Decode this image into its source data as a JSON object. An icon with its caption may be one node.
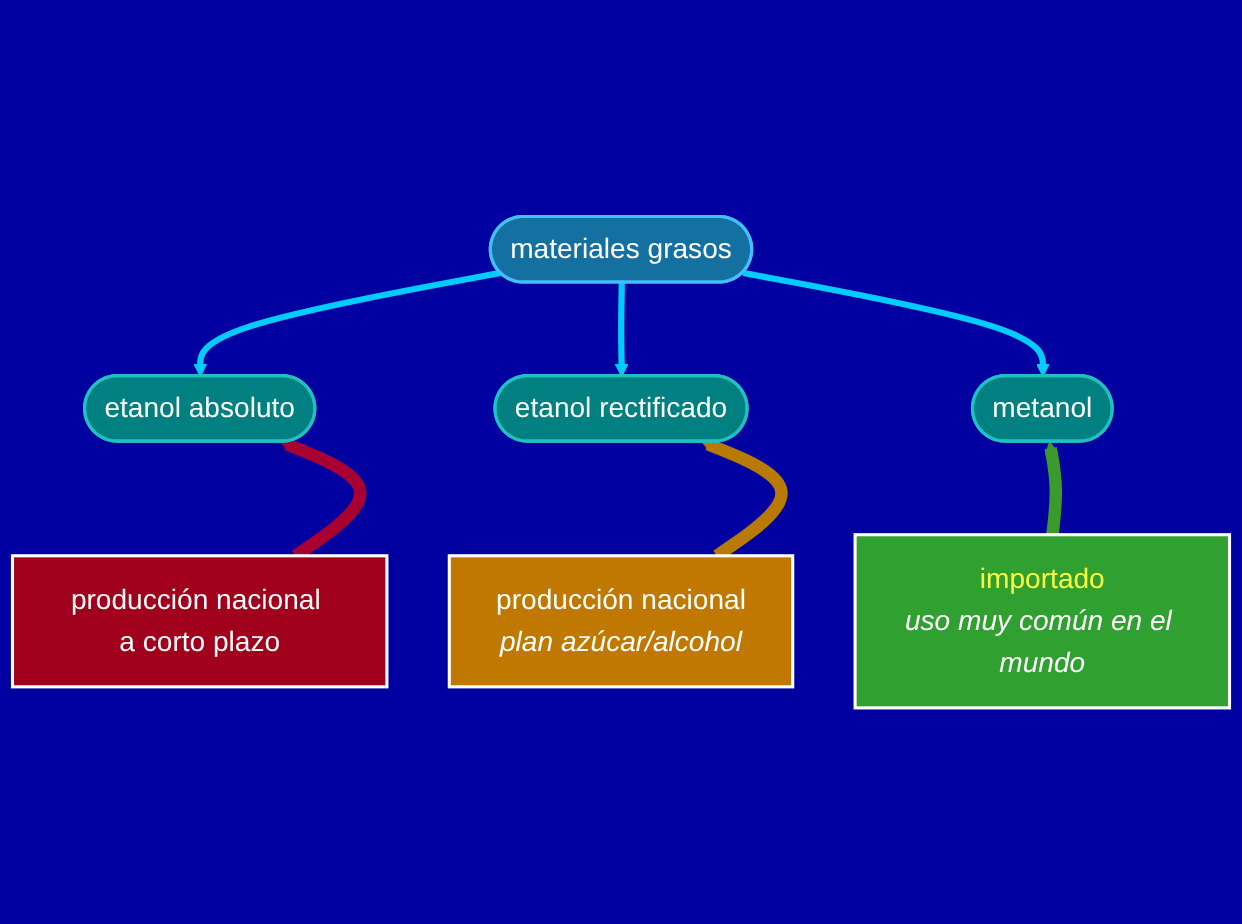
{
  "diagram": {
    "nodes": [
      {
        "text": [
          "materiales grasos"
        ]
      },
      {
        "text": [
          "etanol absoluto"
        ]
      },
      {
        "text": [
          "etanol rectificado"
        ]
      },
      {
        "text": [
          "metanol"
        ]
      },
      {
        "text": [
          "producción nacional a corto plazo"
        ]
      },
      {
        "text": [
          "producción nacional",
          "plan azúcar/alcohol"
        ]
      },
      {
        "text": [
          "importado",
          "uso muy común en el mundo"
        ]
      }
    ],
    "edges": [
      {
        "from": 0,
        "to": 1,
        "arrow": "to",
        "color": "#00ccff"
      },
      {
        "from": 0,
        "to": 2,
        "arrow": "to",
        "color": "#00ccff"
      },
      {
        "from": 0,
        "to": 3,
        "arrow": "to",
        "color": "#00ccff"
      },
      {
        "from": 4,
        "to": 1,
        "arrow": "to",
        "style": "thick",
        "color": "#a80030"
      },
      {
        "from": 5,
        "to": 2,
        "arrow": "to",
        "style": "thick",
        "color": "#b87a00"
      },
      {
        "from": 6,
        "to": 3,
        "arrow": "to",
        "style": "thick",
        "color": "#3a9a2a"
      }
    ]
  }
}
